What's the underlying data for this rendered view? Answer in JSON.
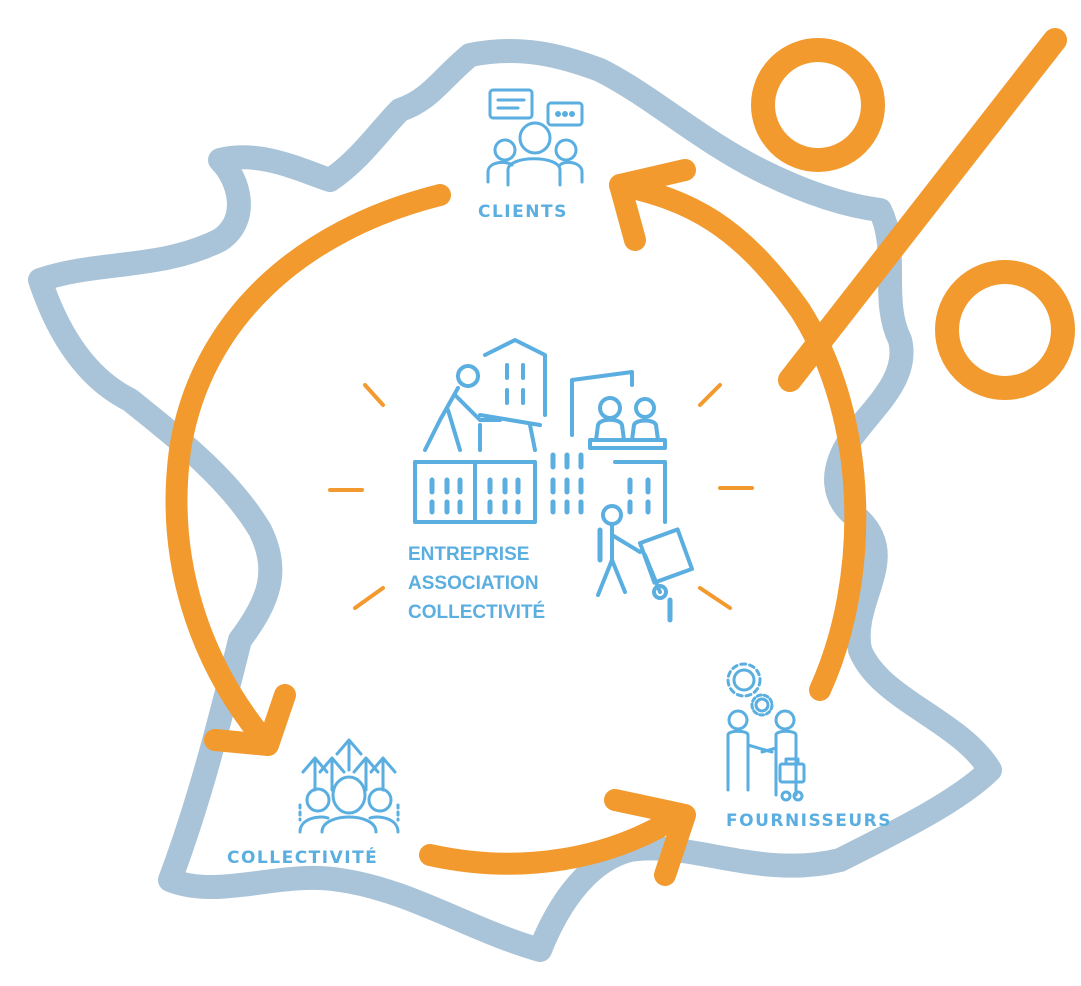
{
  "labels": {
    "clients": "CLIENTS",
    "collectivite": "COLLECTIVITÉ",
    "fournisseurs": "FOURNISSEURS"
  },
  "center": {
    "line1": "ENTREPRISE",
    "line2": "ASSOCIATION",
    "line3": "COLLECTIVITÉ"
  },
  "colors": {
    "map_outline": "#a9c4d8",
    "accent_orange": "#f29a2e",
    "icon_blue": "#5aaee0"
  },
  "icons": [
    "people-chat-icon",
    "workers-buildings-icon",
    "group-growth-icon",
    "handshake-gears-icon",
    "percent-icon",
    "map-of-france"
  ]
}
